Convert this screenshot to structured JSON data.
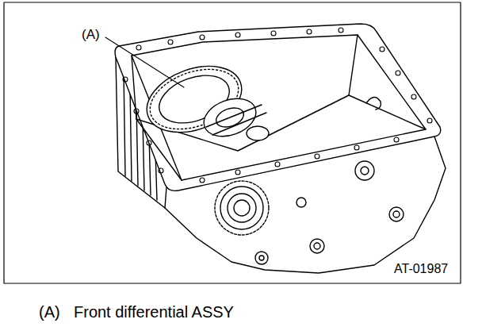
{
  "diagram": {
    "labels": [
      "(A)",
      "AT-01987",
      "(A)",
      "Front differential ASSY"
    ]
  }
}
